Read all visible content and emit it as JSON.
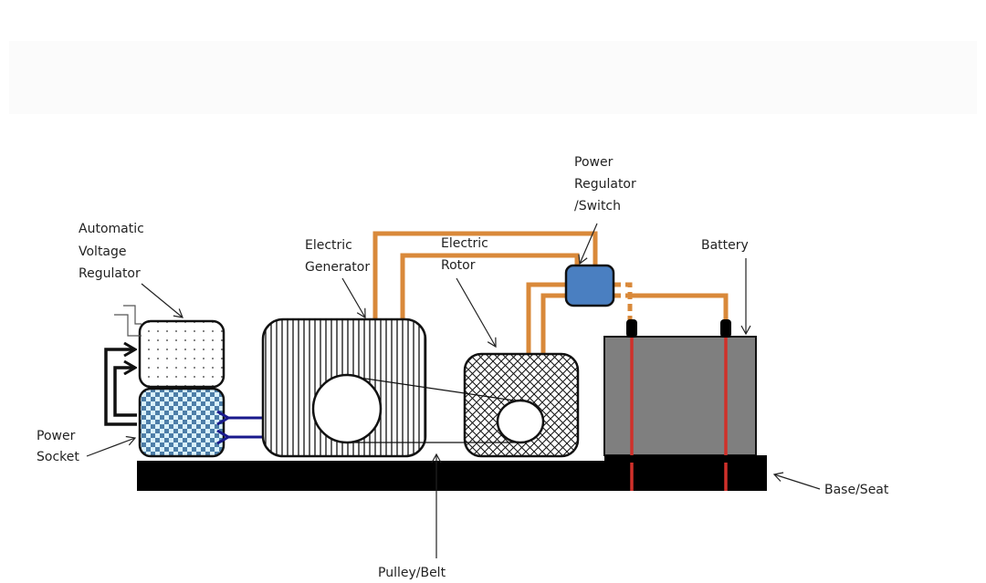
{
  "diagram": {
    "title": "",
    "colors": {
      "wire": "#d9893a",
      "switch_fill": "#4a7fc1",
      "battery_fill": "#7f7f7f",
      "battery_terminal_line": "#d0302a",
      "socket_check": "#4d7ea8",
      "socket_light": "#d9f1fb",
      "arrow_blue": "#1a1a8c",
      "base": "#000000"
    },
    "labels": {
      "avr": [
        "Automatic",
        "Voltage",
        "Regulator"
      ],
      "generator": [
        "Electric",
        "Generator"
      ],
      "rotor": [
        "Electric",
        "Rotor"
      ],
      "switch": [
        "Power",
        "Regulator",
        "/Switch"
      ],
      "battery": [
        "Battery"
      ],
      "socket": [
        "Power",
        "Socket"
      ],
      "base": [
        "Base/Seat"
      ],
      "pulley": [
        "Pulley/Belt"
      ]
    },
    "components": [
      "Automatic Voltage Regulator",
      "Power Socket",
      "Electric Generator",
      "Electric Rotor",
      "Power Regulator /Switch",
      "Battery",
      "Base/Seat",
      "Pulley/Belt"
    ]
  }
}
